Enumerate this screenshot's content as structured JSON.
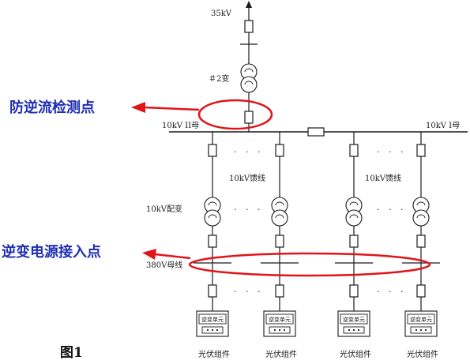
{
  "colors": {
    "line": "#1a1a1a",
    "highlight": "#e0141a",
    "callout_text": "#1f2fb0",
    "background": "#ffffff"
  },
  "labels": {
    "voltage_35kv": "35kV",
    "transformer_2": "＃2变",
    "bus_10kv_ii": "10kV II母",
    "bus_10kv_i": "10kV I母",
    "feeder_left": "10kV馈线",
    "feeder_right": "10kV馈线",
    "dist_transformer": "10kV配变",
    "bus_380v": "380V母线",
    "ellipsis": "· · ·",
    "figure_caption": "图1"
  },
  "callouts": {
    "anti_reverse_point": "防逆流检测点",
    "inverter_access_point": "逆变电源接入点"
  },
  "branches": [
    {
      "id": "b1",
      "inverter_label": "逆变单元",
      "pv_label": "光伏组件"
    },
    {
      "id": "b2",
      "inverter_label": "逆变单元",
      "pv_label": "光伏组件"
    },
    {
      "id": "b3",
      "inverter_label": "逆变单元",
      "pv_label": "光伏组件"
    },
    {
      "id": "b4",
      "inverter_label": "逆变单元",
      "pv_label": "光伏组件"
    }
  ]
}
